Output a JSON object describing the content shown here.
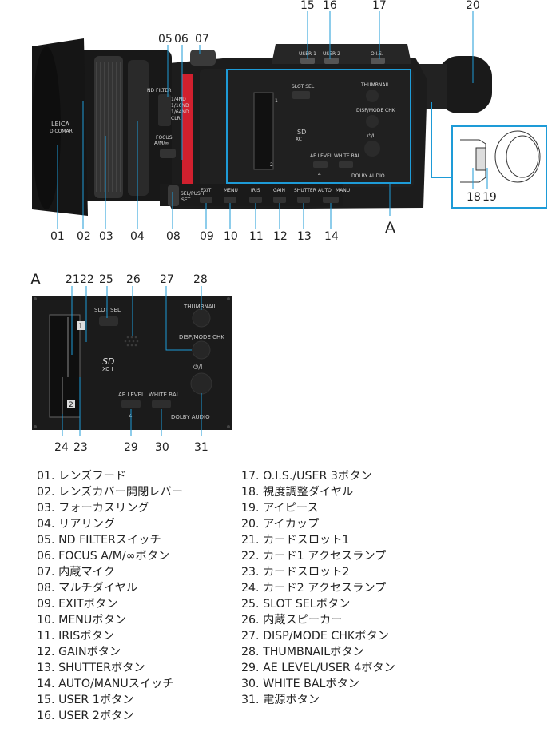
{
  "top_callouts": [
    "15",
    "16",
    "17",
    "20"
  ],
  "mid_callouts": [
    "05",
    "06",
    "07"
  ],
  "bottom_callouts": [
    "01",
    "02",
    "03",
    "04",
    "08",
    "09",
    "10",
    "11",
    "12",
    "13",
    "14"
  ],
  "area_label": "A",
  "inset_callouts": [
    "18",
    "19"
  ],
  "camera_labels": {
    "brand": "LEICA",
    "lens": "DICOMAR",
    "nd_filter": "ND FILTER",
    "nd_steps": [
      "1/4ND",
      "1/16ND",
      "1/64ND",
      "CLR"
    ],
    "focus": "FOCUS",
    "focus_mode": "A/M/∞",
    "exit": "EXIT",
    "menu": "MENU",
    "iris": "IRIS",
    "gain": "GAIN",
    "shutter": "SHUTTER",
    "auto": "AUTO",
    "manu": "MANU",
    "sel_push": "SEL/PUSH",
    "set": "SET",
    "user1": "USER 1",
    "user2": "USER 2",
    "ois": "O.I.S.",
    "slot_sel": "SLOT SEL",
    "thumbnail": "THUMBNAIL",
    "disp": "DISP/MODE CHK",
    "ae_level": "AE LEVEL",
    "white_bal": "WHITE BAL",
    "dolby": "DOLBY AUDIO",
    "sdxc": "SD",
    "sdxc_sub": "XC I",
    "power": "⏻/I",
    "four": "4",
    "slot1": "1",
    "slot2": "2"
  },
  "detail": {
    "title": "A",
    "top_callouts": [
      "21",
      "22",
      "25",
      "26",
      "27",
      "28"
    ],
    "bottom_callouts": [
      "24",
      "23",
      "29",
      "30",
      "31"
    ]
  },
  "legend_left": [
    "01. レンズフード",
    "02. レンズカバー開閉レバー",
    "03. フォーカスリング",
    "04. リアリング",
    "05. ND FILTERスイッチ",
    "06. FOCUS A/M/∞ボタン",
    "07. 内蔵マイク",
    "08. マルチダイヤル",
    "09. EXITボタン",
    "10. MENUボタン",
    "11. IRISボタン",
    "12. GAINボタン",
    "13. SHUTTERボタン",
    "14. AUTO/MANUスイッチ",
    "15. USER 1ボタン",
    "16. USER 2ボタン"
  ],
  "legend_right": [
    "17. O.I.S./USER 3ボタン",
    "18. 視度調整ダイヤル",
    "19. アイピース",
    "20. アイカップ",
    "21. カードスロット1",
    "22. カード1 アクセスランプ",
    "23. カードスロット2",
    "24. カード2 アクセスランプ",
    "25. SLOT SELボタン",
    "26. 内蔵スピーカー",
    "27. DISP/MODE CHKボタン",
    "28. THUMBNAILボタン",
    "29. AE LEVEL/USER 4ボタン",
    "30. WHITE BALボタン",
    "31. 電源ボタン"
  ],
  "colors": {
    "accent": "#1e9bd7",
    "body": "#1c1c1c",
    "red_ring": "#d0202e"
  }
}
